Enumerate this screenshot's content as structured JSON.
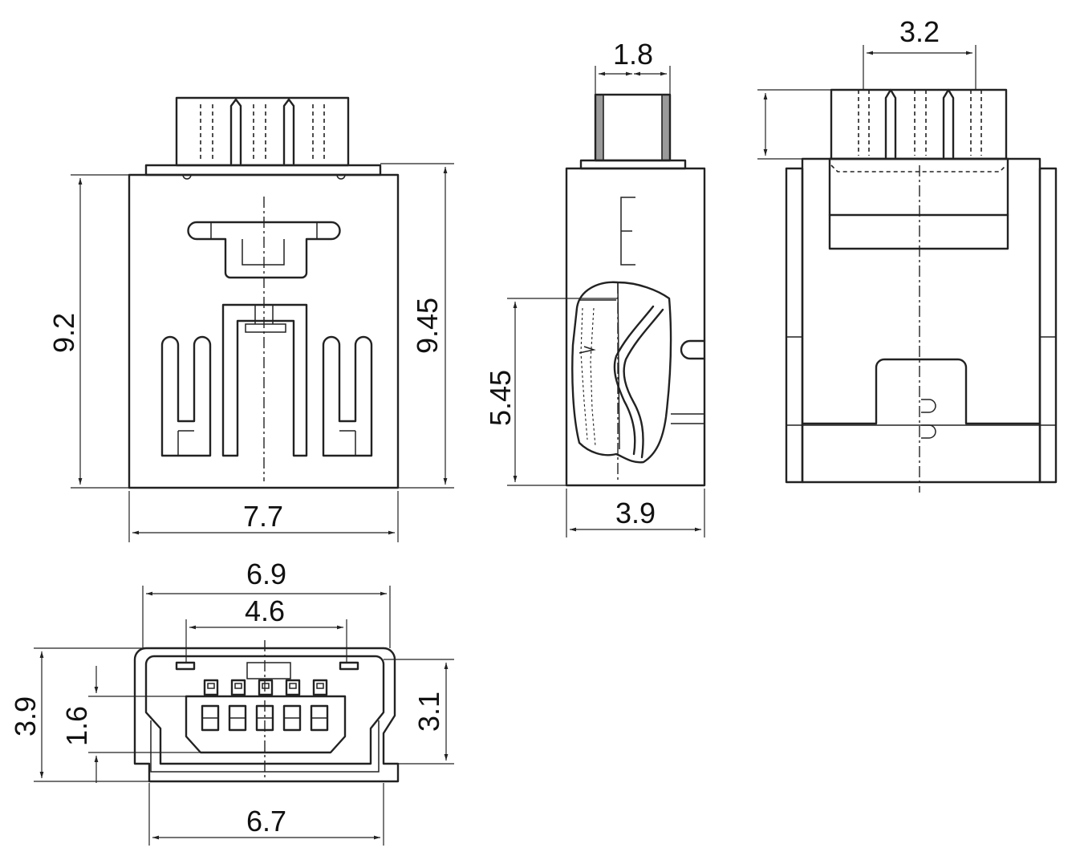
{
  "dimensions": {
    "front_width": "7.7",
    "front_height_left": "9.2",
    "front_height_right": "9.45",
    "side_pin_width": "1.8",
    "side_depth": "3.9",
    "side_cut_height": "5.45",
    "back_pitch": "3.2",
    "bottom_outer_width": "6.9",
    "bottom_inner_width": "4.6",
    "bottom_base_width": "6.7",
    "bottom_height_left": "3.9",
    "bottom_inner_height": "1.6",
    "bottom_height_right": "3.1"
  },
  "colors": {
    "line": "#222222",
    "background": "#ffffff",
    "shading": "#9a9a9a"
  }
}
